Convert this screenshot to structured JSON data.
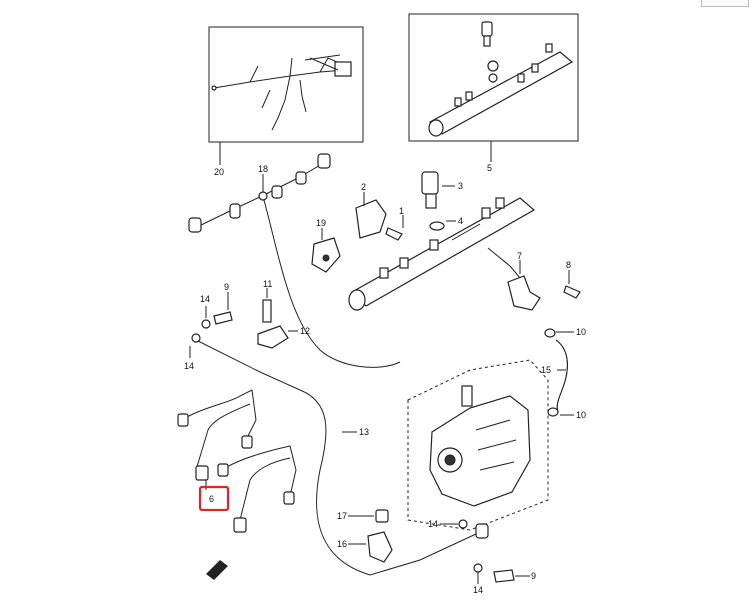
{
  "diagram": {
    "labels": {
      "l1": "1",
      "l2": "2",
      "l3": "3",
      "l4": "4",
      "l5": "5",
      "l6": "6",
      "l7": "7",
      "l8": "8",
      "l9a": "9",
      "l9b": "9",
      "l10a": "10",
      "l10b": "10",
      "l11": "11",
      "l12": "12",
      "l13": "13",
      "l14a": "14",
      "l14b": "14",
      "l14c": "14",
      "l14d": "14",
      "l15": "15",
      "l16": "16",
      "l17": "17",
      "l18": "18",
      "l19": "19",
      "l20": "20"
    },
    "highlight_part": "6",
    "highlight_color": "#d9262b",
    "line_color": "#222222"
  }
}
